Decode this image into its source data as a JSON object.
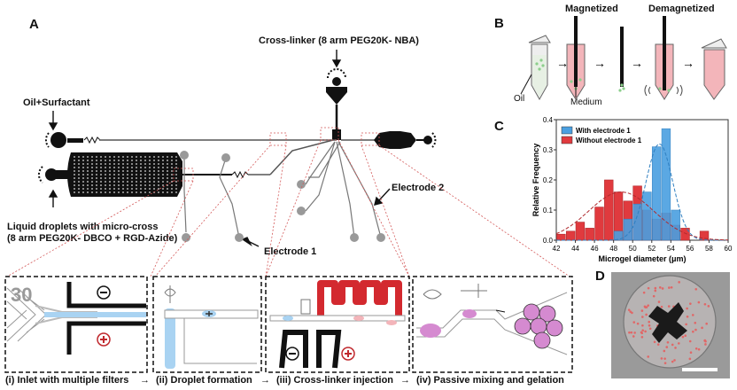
{
  "panelA": {
    "label": "A",
    "crosslinker": "Cross-linker (8 arm PEG20K- NBA)",
    "oil": "Oil+Surfactant",
    "droplets_line1": "Liquid droplets with micro-cross",
    "droplets_line2": "(8 arm PEG20K- DBCO + RGD-Azide)",
    "electrode1": "Electrode 1",
    "electrode2": "Electrode 2",
    "inset_number": "30",
    "steps": [
      "(i) Inlet with multiple filters",
      "(ii) Droplet formation",
      "(iii) Cross-linker injection",
      "(iv) Passive mixing and gelation"
    ],
    "minus": "⊖",
    "plus": "⊕"
  },
  "panelB": {
    "label": "B",
    "magnetized": "Magnetized",
    "demagnetized": "Demagnetized",
    "oil": "Oil",
    "medium": "Medium"
  },
  "panelC": {
    "label": "C",
    "ylabel": "Relative Frequency",
    "xlabel": "Microgel diameter (μm)"
  },
  "panelD": {
    "label": "D"
  },
  "chart_data": {
    "type": "bar",
    "xlabel": "Microgel diameter (μm)",
    "ylabel": "Relative Frequency",
    "xlim": [
      42,
      60
    ],
    "ylim": [
      0,
      0.4
    ],
    "xticks": [
      42,
      44,
      46,
      48,
      50,
      52,
      54,
      56,
      58,
      60
    ],
    "yticks": [
      0.0,
      0.1,
      0.2,
      0.3,
      0.4
    ],
    "legend_position": "top-left",
    "series": [
      {
        "name": "With electrode 1",
        "color": "#4a9fe0",
        "x": [
          48.5,
          49.5,
          50.5,
          51.5,
          52.5,
          53.5,
          54.5
        ],
        "values": [
          0.03,
          0.07,
          0.12,
          0.16,
          0.31,
          0.37,
          0.1
        ]
      },
      {
        "name": "Without electrode 1",
        "color": "#e03a3e",
        "x": [
          42.5,
          43.5,
          44.5,
          45.5,
          46.5,
          47.5,
          48.5,
          49.5,
          50.5,
          51.5,
          52.5,
          53.5,
          54.5,
          55.5,
          57.5
        ],
        "values": [
          0.02,
          0.03,
          0.06,
          0.04,
          0.11,
          0.2,
          0.16,
          0.13,
          0.18,
          0.1,
          0.07,
          0.09,
          0.05,
          0.04,
          0.03
        ]
      }
    ]
  },
  "colors": {
    "blue": "#4a9fe0",
    "red": "#e03a3e",
    "pink": "#f3b5ba",
    "crosslinker_red": "#d3292f",
    "lightblue": "#a9d3f2"
  }
}
